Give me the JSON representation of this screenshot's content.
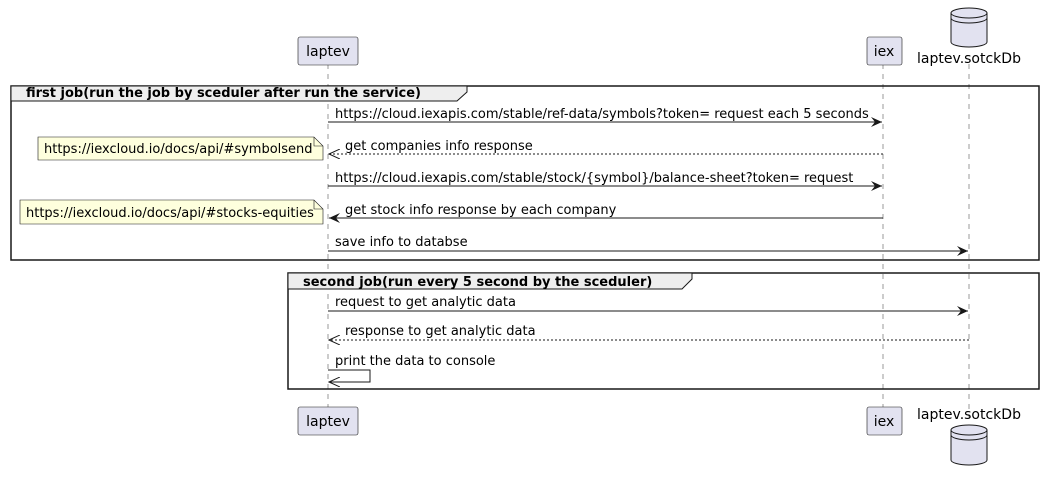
{
  "participants": {
    "laptev": {
      "name": "laptev",
      "kind": "participant"
    },
    "iex": {
      "name": "iex",
      "kind": "participant"
    },
    "db": {
      "name": "laptev.sotckDb",
      "kind": "database"
    }
  },
  "groups": [
    {
      "label": "first job(run the job by sceduler after run the service)",
      "messages": [
        {
          "from": "laptev",
          "to": "iex",
          "style": "solid",
          "text": "https://cloud.iexapis.com/stable/ref-data/symbols?token=  request each 5 seconds"
        },
        {
          "from": "iex",
          "to": "laptev",
          "style": "dashed",
          "text": "get companies info response",
          "note": "https://iexcloud.io/docs/api/#symbolsend"
        },
        {
          "from": "laptev",
          "to": "iex",
          "style": "solid",
          "text": "https://cloud.iexapis.com/stable/stock/{symbol}/balance-sheet?token= request"
        },
        {
          "from": "iex",
          "to": "laptev",
          "style": "solid",
          "text": "get stock info response by each company",
          "note": "https://iexcloud.io/docs/api/#stocks-equities"
        },
        {
          "from": "laptev",
          "to": "db",
          "style": "solid",
          "text": "save info to databse"
        }
      ]
    },
    {
      "label": "second job(run every 5 second by the sceduler)",
      "messages": [
        {
          "from": "laptev",
          "to": "db",
          "style": "solid",
          "text": "request to get analytic data"
        },
        {
          "from": "db",
          "to": "laptev",
          "style": "dashed",
          "text": "response to get analytic data"
        },
        {
          "from": "laptev",
          "to": "laptev",
          "style": "solid",
          "text": "print the data to console"
        }
      ]
    }
  ],
  "colors": {
    "participant_fill": "#E2E2F0",
    "participant_border": "#181818",
    "note_fill": "#FEFFDD",
    "group_header_fill": "#EEEEEE",
    "line": "#181818",
    "lifeline": "#555555"
  }
}
